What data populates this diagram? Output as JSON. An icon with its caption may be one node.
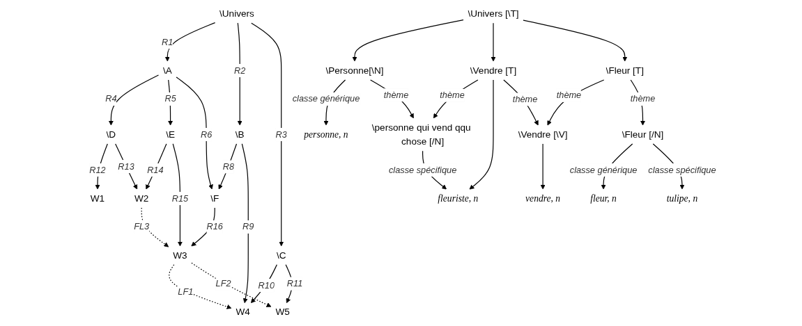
{
  "diagram": {
    "nodes": [
      {
        "text": [
          "\\Univers"
        ]
      },
      {
        "text": [
          "\\A"
        ]
      },
      {
        "text": [
          "\\B"
        ]
      },
      {
        "text": [
          "\\C"
        ]
      },
      {
        "text": [
          "\\D"
        ]
      },
      {
        "text": [
          "\\E"
        ]
      },
      {
        "text": [
          "\\F"
        ]
      },
      {
        "text": [
          "W4"
        ]
      },
      {
        "text": [
          "W5"
        ]
      },
      {
        "text": [
          "W1"
        ]
      },
      {
        "text": [
          "W2"
        ]
      },
      {
        "text": [
          "W3"
        ]
      },
      {
        "text": [
          "\\Univers [\\T]"
        ]
      },
      {
        "text": [
          "\\Personne[\\N]"
        ]
      },
      {
        "text": [
          "\\Vendre [T]"
        ]
      },
      {
        "text": [
          "\\Fleur [T]"
        ]
      },
      {
        "text": [
          "\\personne qui vend qqu chose [/N]"
        ]
      },
      {
        "text": [
          "\\Vendre [\\V]"
        ]
      },
      {
        "text": [
          "\\Fleur [/N]"
        ]
      },
      {
        "text": [
          "personne, n"
        ]
      },
      {
        "text": [
          "vendre, n"
        ]
      },
      {
        "text": [
          "fleuriste, n"
        ]
      },
      {
        "text": [
          "fleur, n"
        ]
      },
      {
        "text": [
          "tulipe, n"
        ]
      }
    ],
    "edges": [
      {
        "from": 0,
        "to": 1,
        "arrow": "to",
        "label": "R1"
      },
      {
        "from": 0,
        "to": 2,
        "arrow": "to",
        "label": "R2"
      },
      {
        "from": 0,
        "to": 3,
        "arrow": "to",
        "label": "R3"
      },
      {
        "from": 1,
        "to": 4,
        "arrow": "to",
        "label": "R4"
      },
      {
        "from": 1,
        "to": 5,
        "arrow": "to",
        "label": "R5"
      },
      {
        "from": 1,
        "to": 6,
        "arrow": "to",
        "label": "R6"
      },
      {
        "from": 2,
        "to": 6,
        "arrow": "to",
        "label": "R8"
      },
      {
        "from": 2,
        "to": 7,
        "arrow": "to",
        "label": "R9"
      },
      {
        "from": 3,
        "to": 7,
        "arrow": "to",
        "label": "R10"
      },
      {
        "from": 3,
        "to": 8,
        "arrow": "to",
        "label": "R11"
      },
      {
        "from": 4,
        "to": 9,
        "arrow": "to",
        "label": "R12"
      },
      {
        "from": 4,
        "to": 10,
        "arrow": "to",
        "label": "R13"
      },
      {
        "from": 5,
        "to": 10,
        "arrow": "to",
        "label": "R14"
      },
      {
        "from": 5,
        "to": 11,
        "arrow": "to",
        "label": "R15"
      },
      {
        "from": 6,
        "to": 11,
        "arrow": "to",
        "label": "R16"
      },
      {
        "from": 11,
        "to": 7,
        "arrow": "to",
        "label": "LF1",
        "style": "dashed"
      },
      {
        "from": 11,
        "to": 8,
        "arrow": "to",
        "label": "LF2",
        "style": "dashed"
      },
      {
        "from": 10,
        "to": 11,
        "arrow": "to",
        "label": "FL3",
        "style": "dashed"
      },
      {
        "from": 12,
        "to": 13,
        "arrow": "to"
      },
      {
        "from": 12,
        "to": 14,
        "arrow": "to"
      },
      {
        "from": 12,
        "to": 15,
        "arrow": "to"
      },
      {
        "from": 13,
        "to": 19,
        "arrow": "to",
        "label": "classe générique"
      },
      {
        "from": 13,
        "to": 16,
        "arrow": "to",
        "label": "thème"
      },
      {
        "from": 14,
        "to": 16,
        "arrow": "to",
        "label": "thème"
      },
      {
        "from": 14,
        "to": 21,
        "arrow": "to"
      },
      {
        "from": 14,
        "to": 17,
        "arrow": "to",
        "label": "thème"
      },
      {
        "from": 15,
        "to": 17,
        "arrow": "to",
        "label": "thème"
      },
      {
        "from": 15,
        "to": 18,
        "arrow": "to",
        "label": "thème"
      },
      {
        "from": 16,
        "to": 21,
        "arrow": "to",
        "label": "classe spécifique"
      },
      {
        "from": 17,
        "to": 20,
        "arrow": "to"
      },
      {
        "from": 18,
        "to": 22,
        "arrow": "to",
        "label": "classe générique"
      },
      {
        "from": 18,
        "to": 23,
        "arrow": "to",
        "label": "classe spécifique"
      }
    ]
  }
}
